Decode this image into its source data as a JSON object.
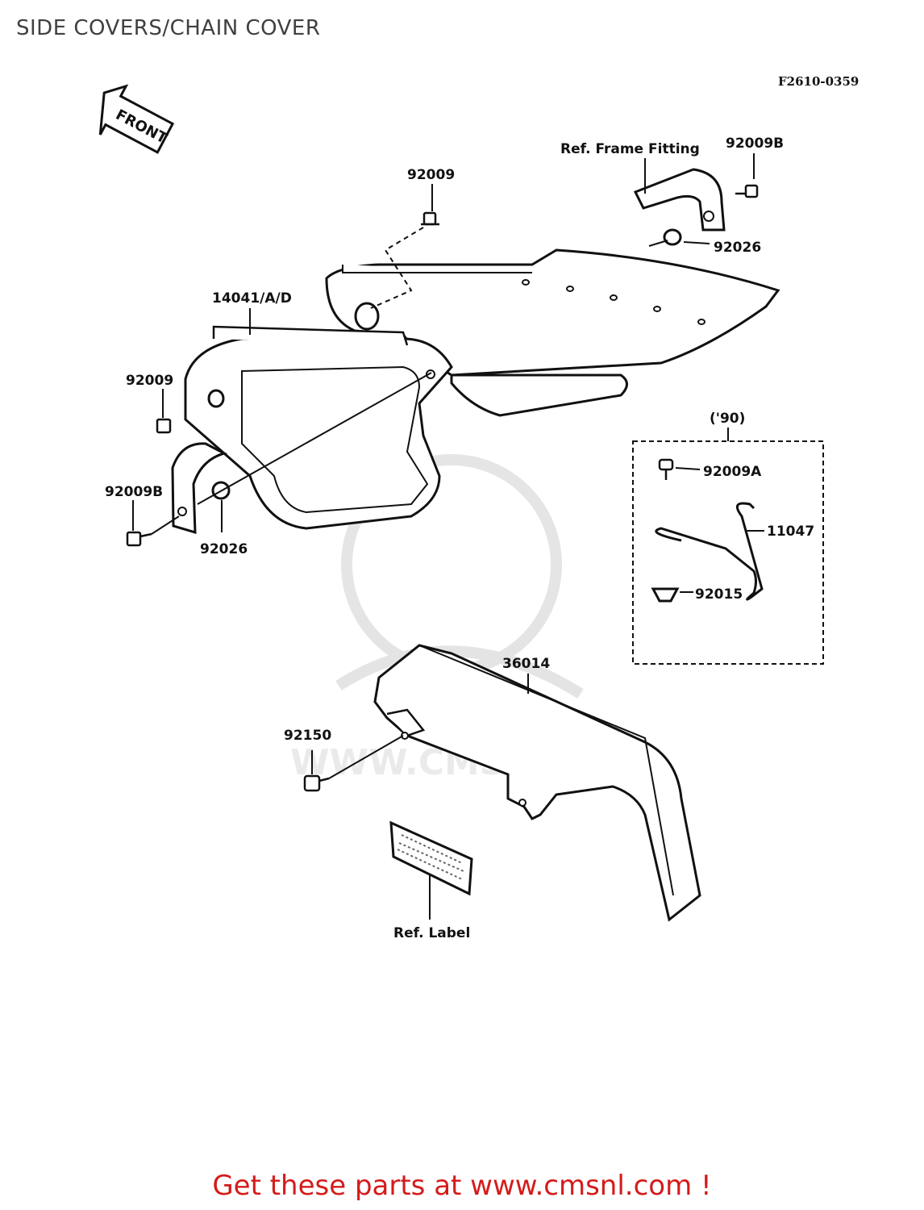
{
  "title": "SIDE COVERS/CHAIN COVER",
  "figure_code": "F2610-0359",
  "front_arrow": "FRONT",
  "labels": {
    "ref_frame_fitting": "Ref. Frame Fitting",
    "p92009B_top": "92009B",
    "p92009_top": "92009",
    "p92026_top": "92026",
    "p14041": "14041/A/D",
    "p92009_left": "92009",
    "p92009B_left": "92009B",
    "p92026_left": "92026",
    "year_90": "('90)",
    "p92009A": "92009A",
    "p11047": "11047",
    "p92015": "92015",
    "p36014": "36014",
    "p92150": "92150",
    "ref_label": "Ref. Label"
  },
  "watermark": "WWW.CMSNL.COM",
  "footer": {
    "text": "Get these parts at www.cmsnl.com !"
  }
}
